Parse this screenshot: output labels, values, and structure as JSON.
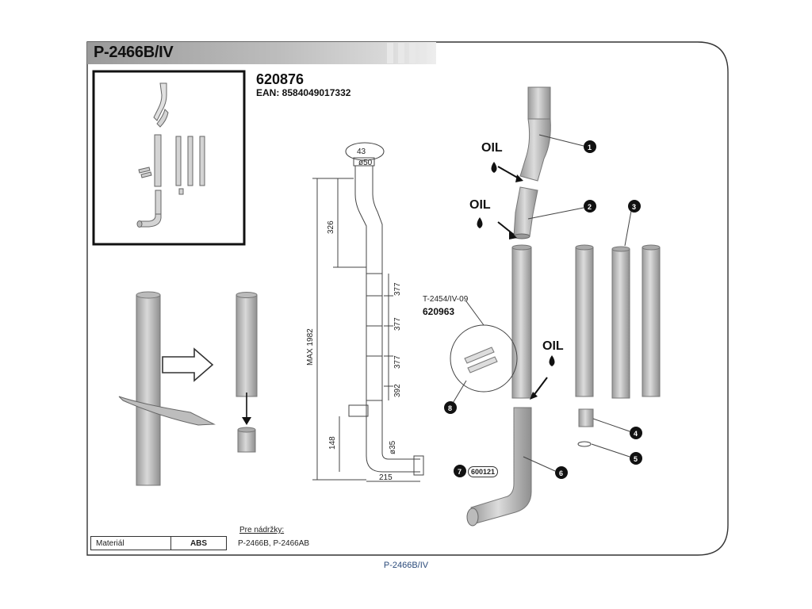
{
  "header": {
    "model": "P-2466B/IV",
    "part_code": "620876",
    "ean": "EAN: 8584049017332"
  },
  "labels": {
    "oil": "OIL",
    "ref_code": "T-2454/IV-09",
    "ref_part": "620963",
    "part_7_code": "600121"
  },
  "dimensions": {
    "top": "43",
    "dia_top": "ø50",
    "seg1": "326",
    "seg2": "377",
    "seg3": "377",
    "seg4": "377",
    "seg5": "392",
    "bottom": "148",
    "dia_bottom": "ø35",
    "width": "215",
    "max": "MAX 1982"
  },
  "callouts": [
    "1",
    "2",
    "3",
    "4",
    "5",
    "6",
    "7",
    "8"
  ],
  "material_table": {
    "label": "Materiál",
    "value": "ABS"
  },
  "compatibility": {
    "title": "Pre nádržky:",
    "items": "P-2466B, P-2466AB"
  },
  "footer": "P-2466B/IV"
}
